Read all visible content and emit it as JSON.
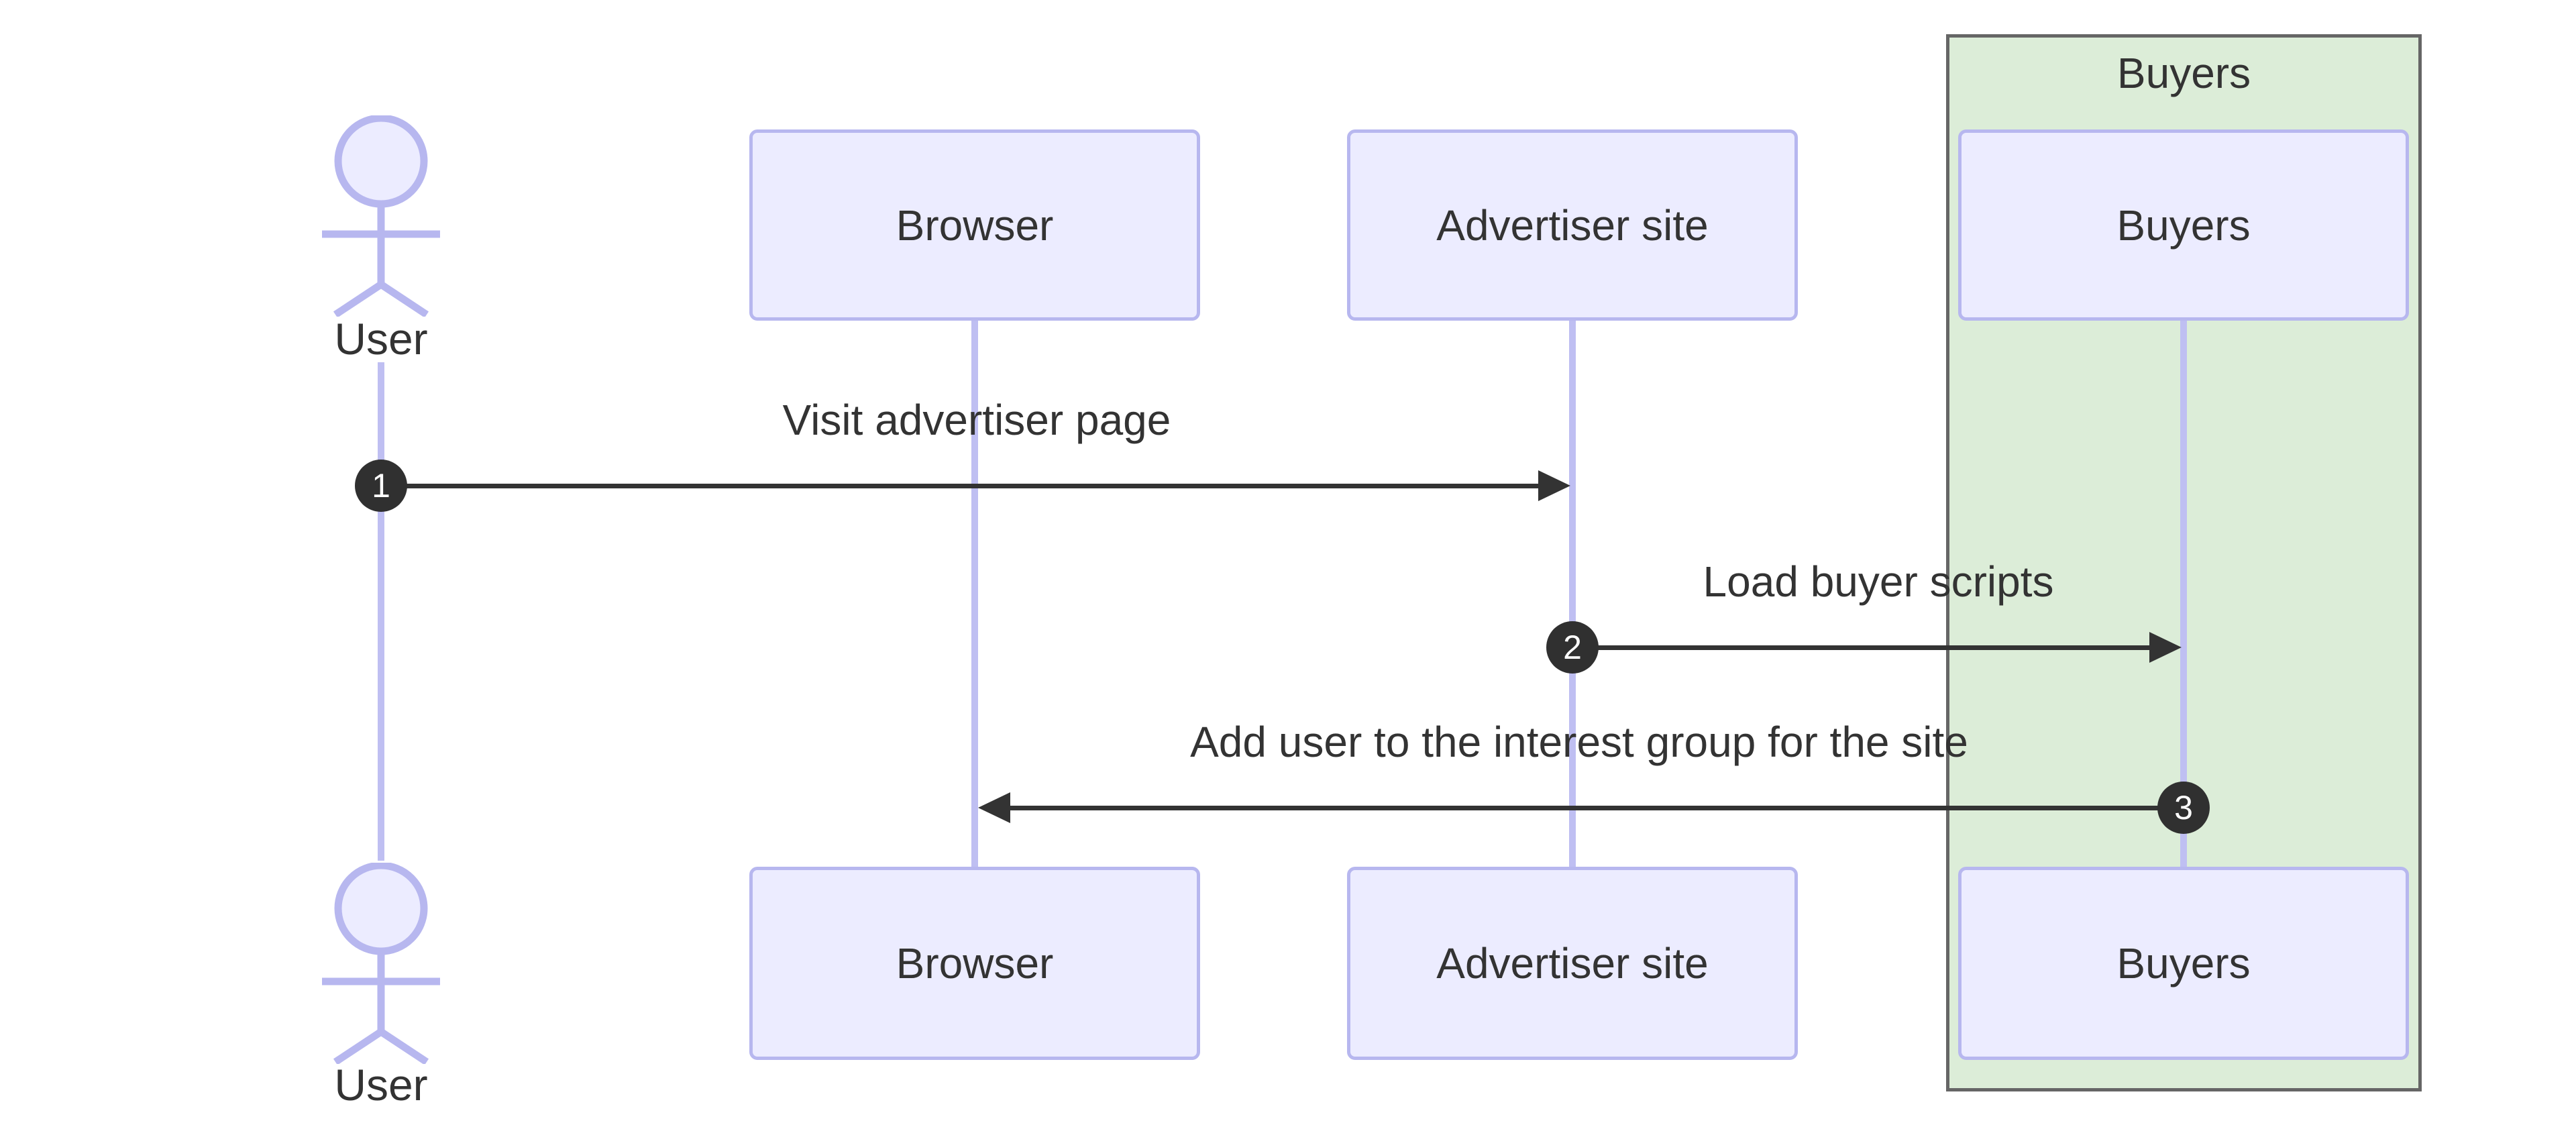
{
  "diagram_type": "sequence-diagram",
  "colors": {
    "participant_fill": "#ECECFF",
    "participant_border": "#B7B7EF",
    "lifeline": "#BFBFF2",
    "text": "#333333",
    "arrow": "#333333",
    "number_badge_fill": "#303030",
    "number_badge_text": "#FFFFFF",
    "group_fill": "#DCEDD8",
    "group_border": "#666666",
    "background": "#FFFFFF"
  },
  "actor": {
    "label": "User"
  },
  "participants": [
    {
      "label": "Browser"
    },
    {
      "label": "Advertiser site"
    },
    {
      "label": "Buyers"
    }
  ],
  "group": {
    "label": "Buyers"
  },
  "messages": [
    {
      "number": "1",
      "text": "Visit advertiser page",
      "from": "User",
      "to": "Advertiser site",
      "direction": "right"
    },
    {
      "number": "2",
      "text": "Load buyer scripts",
      "from": "Advertiser site",
      "to": "Buyers",
      "direction": "right"
    },
    {
      "number": "3",
      "text": "Add user to the interest group for the site",
      "from": "Buyers",
      "to": "Browser",
      "direction": "left"
    }
  ]
}
